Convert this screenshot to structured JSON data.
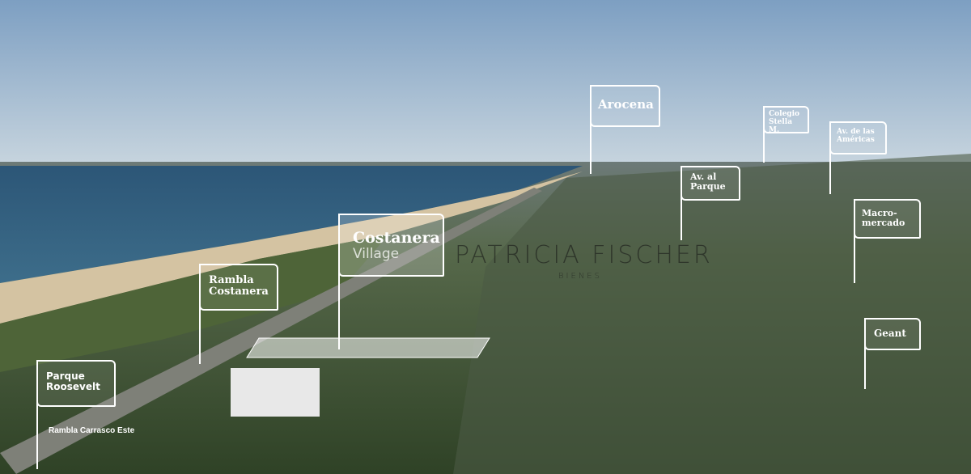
{
  "image": {
    "description_colors": {
      "sky": "#8fb0cf",
      "sea": "#2f5a7c",
      "beach": "#d8c6a5",
      "vegetation": "#3f5a32"
    }
  },
  "flags": [
    {
      "id": "arocena",
      "label": "Arocena"
    },
    {
      "id": "colegio",
      "label": "Colegio Stella M."
    },
    {
      "id": "americas",
      "label": "Av. de las Américas"
    },
    {
      "id": "avparque",
      "label": "Av. al Parque"
    },
    {
      "id": "macro",
      "label": "Macro-mercado"
    },
    {
      "id": "costanera",
      "label": "Costanera",
      "sub": "Village"
    },
    {
      "id": "rambla",
      "label": "Rambla Costanera"
    },
    {
      "id": "roosevelt",
      "label": "Parque Roosevelt"
    },
    {
      "id": "geant",
      "label": "Geant"
    }
  ],
  "road_label": "Rambla Carrasco Este",
  "watermark": {
    "name": "PATRICIA FISCHER",
    "sub": "BIENES"
  }
}
